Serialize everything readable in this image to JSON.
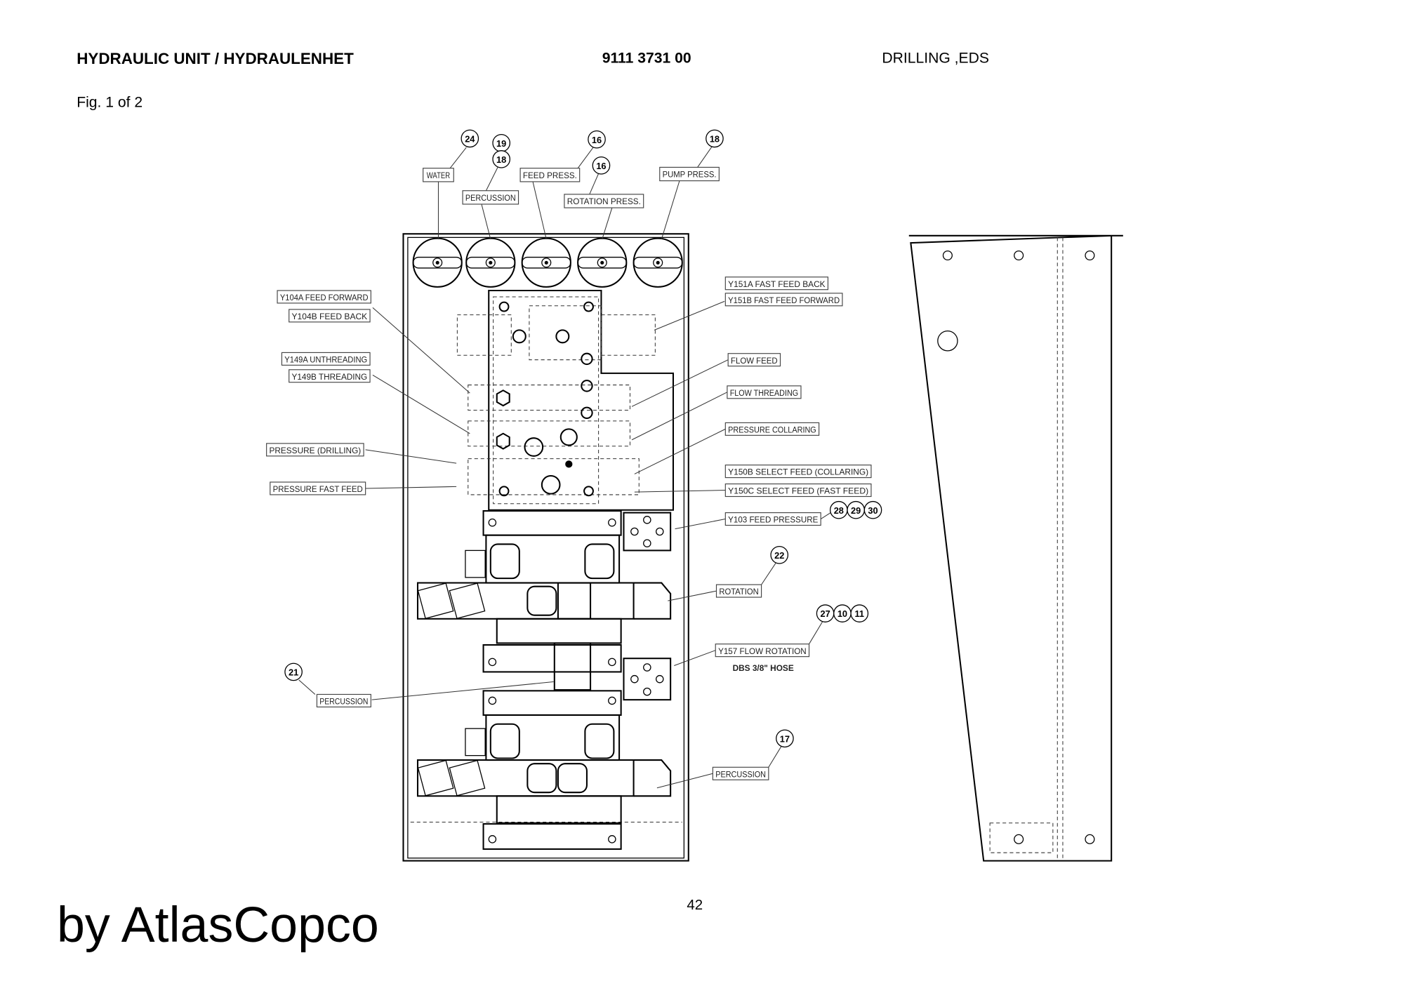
{
  "header": {
    "title": "HYDRAULIC UNIT / HYDRAULENHET",
    "part_number": "9111 3731 00",
    "section": "DRILLING ,EDS",
    "figure": "Fig. 1 of 2"
  },
  "gauge_labels": {
    "water": "WATER",
    "percussion": "PERCUSSION",
    "feed_press": "FEED PRESS.",
    "rotation_press": "ROTATION PRESS.",
    "pump_press": "PUMP PRESS."
  },
  "left_labels": {
    "y104a": "Y104A FEED FORWARD",
    "y104b": "Y104B FEED BACK",
    "y149a": "Y149A UNTHREADING",
    "y149b": "Y149B THREADING",
    "pressure_drilling": "PRESSURE (DRILLING)",
    "pressure_fast_feed": "PRESSURE FAST FEED",
    "percussion_21": "PERCUSSION"
  },
  "right_labels": {
    "y151a": "Y151A FAST FEED BACK",
    "y151b": "Y151B FAST FEED FORWARD",
    "flow_feed": "FLOW FEED",
    "flow_threading": "FLOW THREADING",
    "pressure_collaring": "PRESSURE COLLARING",
    "y150b": "Y150B SELECT FEED (COLLARING)",
    "y150c": "Y150C SELECT FEED (FAST FEED)",
    "y103": "Y103 FEED PRESSURE",
    "rotation": "ROTATION",
    "y157": "Y157 FLOW ROTATION",
    "hose_note": "DBS 3/8\" HOSE",
    "percussion_17": "PERCUSSION"
  },
  "bubbles": {
    "b24": "24",
    "b19": "19",
    "b18a": "18",
    "b16a": "16",
    "b16b": "16",
    "b18b": "18",
    "b28": "28",
    "b29": "29",
    "b30": "30",
    "b22": "22",
    "b27": "27",
    "b10": "10",
    "b11": "11",
    "b21": "21",
    "b17": "17"
  },
  "footer": {
    "page_number": "42",
    "brand": "by AtlasCopco"
  }
}
